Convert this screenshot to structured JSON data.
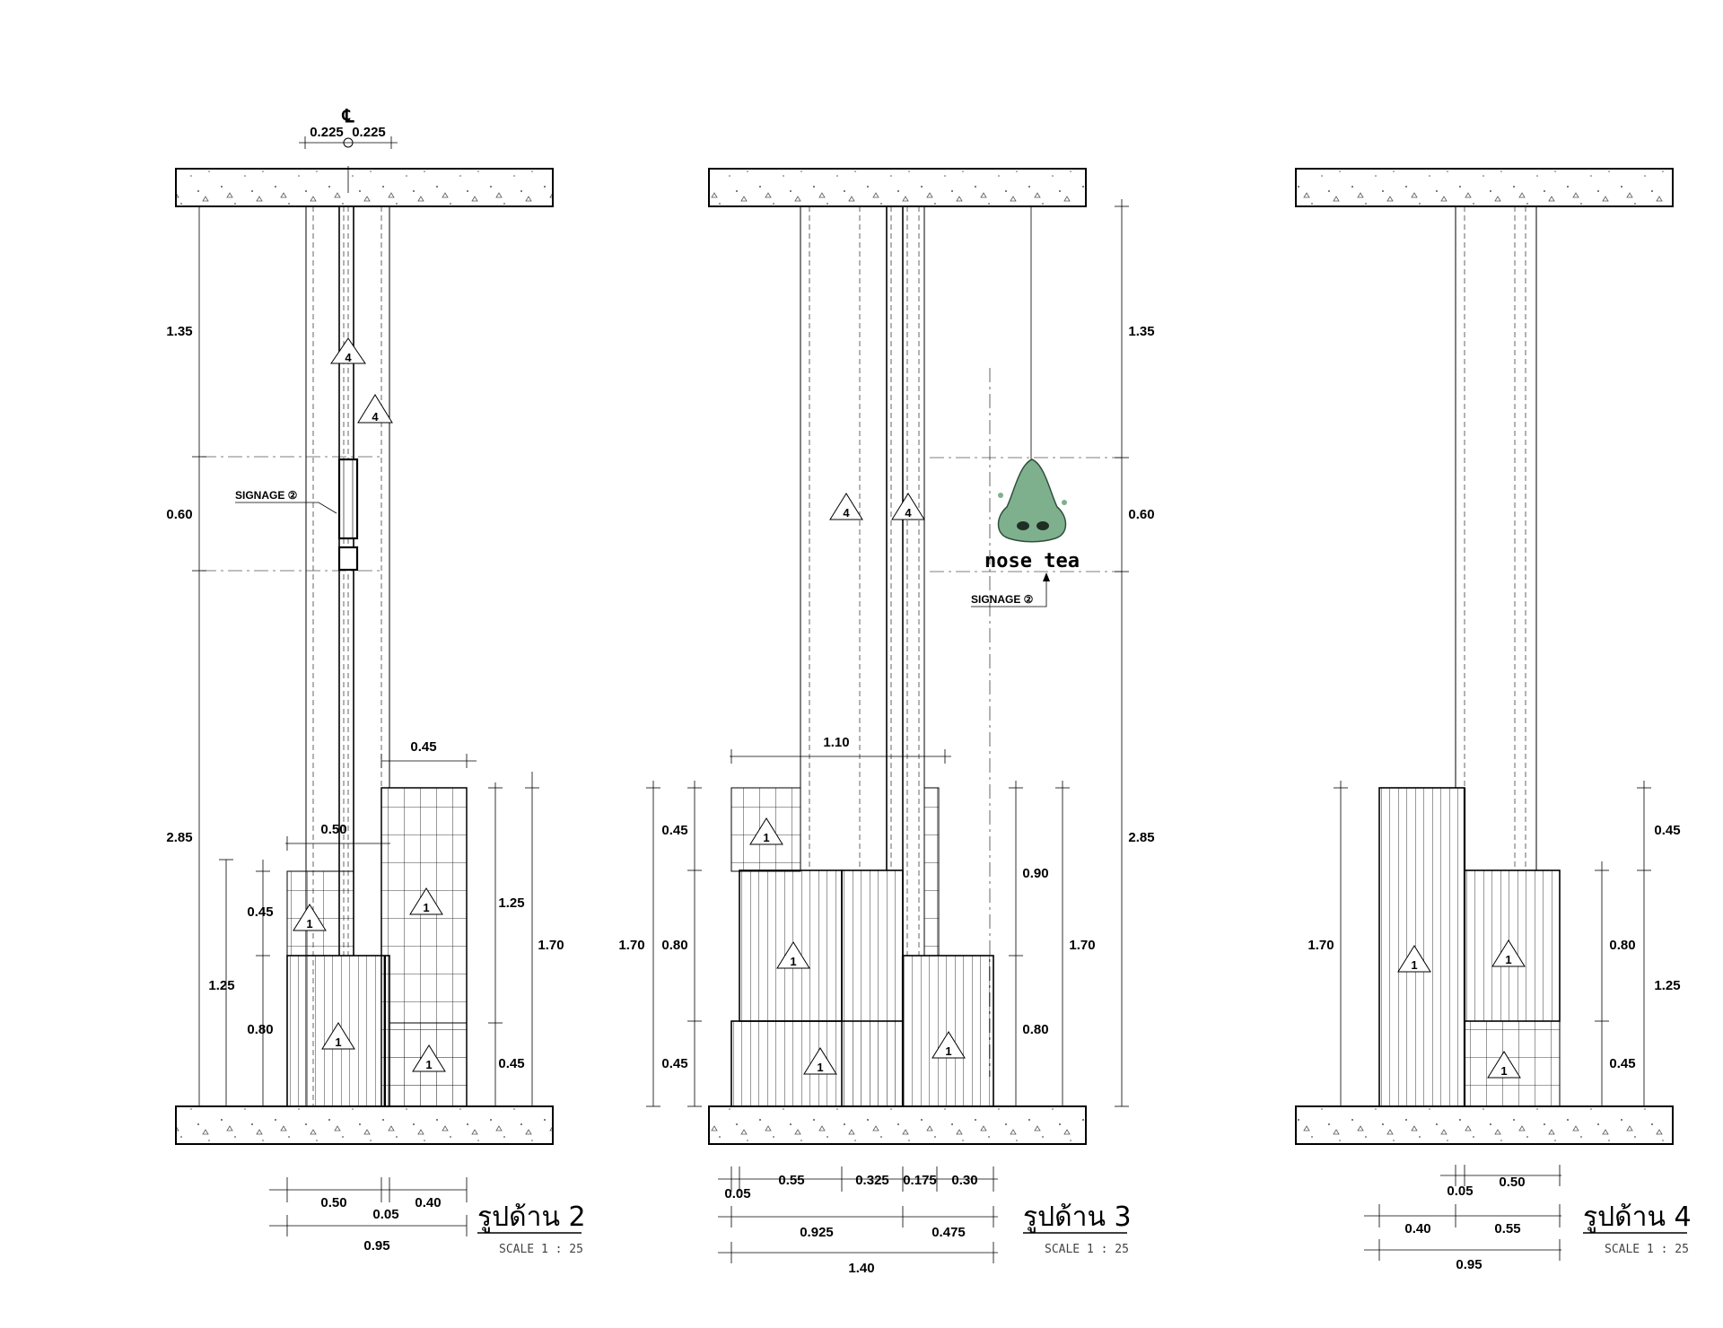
{
  "centerline_symbol": "℄",
  "signage_label": "SIGNAGE ②",
  "brand_text": "nose tea",
  "tag_numbers": {
    "one": "1",
    "four": "4"
  },
  "elevations": [
    {
      "title": "รูปด้าน 2",
      "scale": "SCALE  1 : 25",
      "dims": {
        "top_a": "0.225",
        "top_b": "0.225",
        "left_135": "1.35",
        "left_060": "0.60",
        "left_285": "2.85",
        "w045": "0.45",
        "w050": "0.50",
        "l045": "0.45",
        "l080": "0.80",
        "l125": "1.25",
        "r125": "1.25",
        "r045": "0.45",
        "r170": "1.70",
        "b050": "0.50",
        "b005": "0.05",
        "b040": "0.40",
        "b095": "0.95"
      }
    },
    {
      "title": "รูปด้าน 3",
      "scale": "SCALE  1 : 25",
      "dims": {
        "w110": "1.10",
        "l045t": "0.45",
        "l080": "0.80",
        "l045b": "0.45",
        "l170": "1.70",
        "r090": "0.90",
        "r080": "0.80",
        "r170": "1.70",
        "r135": "1.35",
        "r060": "0.60",
        "r285": "2.85",
        "b005": "0.05",
        "b055": "0.55",
        "b0325": "0.325",
        "b0175": "0.175",
        "b030": "0.30",
        "b0925": "0.925",
        "b0475": "0.475",
        "b140": "1.40"
      }
    },
    {
      "title": "รูปด้าน 4",
      "scale": "SCALE  1 : 25",
      "dims": {
        "l170": "1.70",
        "r045": "0.45",
        "r080": "0.80",
        "r125": "1.25",
        "r045b": "0.45",
        "b005": "0.05",
        "b050": "0.50",
        "b040": "0.40",
        "b055": "0.55",
        "b095": "0.95"
      }
    }
  ],
  "colors": {
    "line": "#000000",
    "brand_green": "#7fb08e",
    "brand_dark": "#2f4f3a"
  }
}
